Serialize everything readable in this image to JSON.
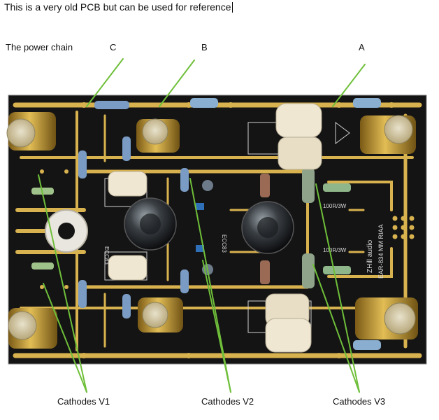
{
  "note": "This is a very old PCB but can be used for reference",
  "title": "The power chain",
  "points": {
    "a": "A",
    "b": "B",
    "c": "C"
  },
  "cathodes": {
    "v1": "Cathodes V1",
    "v2": "Cathodes V2",
    "v3": "Cathodes V3"
  },
  "board_text": {
    "tube_left": "ECC83",
    "tube_right": "ECC83",
    "brand": "ZHill audio",
    "model": "EAR-834 MM RIAA",
    "res_a": "100R/3W",
    "res_b": "100R/3W"
  },
  "colors": {
    "pcb": "#141414",
    "trace": "#d8b24e",
    "annotation": "#6fbf3a",
    "cap_gold": "#c9a13a",
    "film_cap": "#efe7d2"
  }
}
